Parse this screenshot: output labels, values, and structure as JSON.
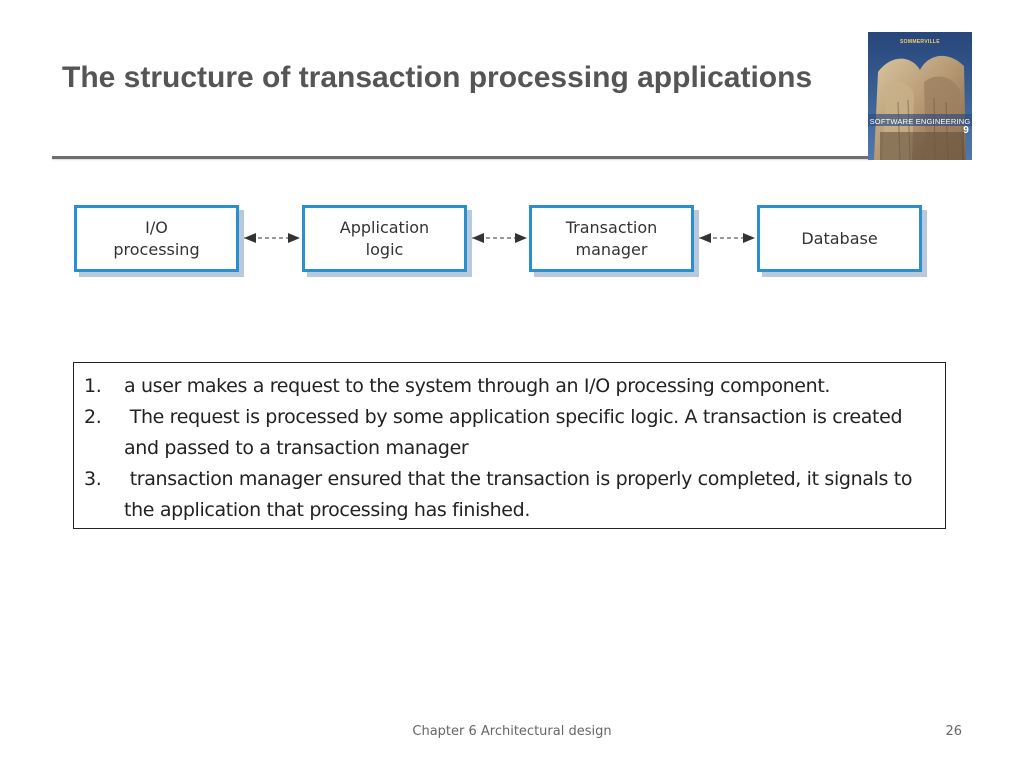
{
  "slide": {
    "title": "The structure of transaction processing applications",
    "footer": "Chapter 6 Architectural design",
    "page_number": "26"
  },
  "cover": {
    "author": "SOMMERVILLE",
    "title": "SOFTWARE ENGINEERING",
    "edition": "9"
  },
  "diagram": {
    "nodes": [
      {
        "label": "I/O\nprocessing"
      },
      {
        "label": "Application\nlogic"
      },
      {
        "label": "Transaction\nmanager"
      },
      {
        "label": "Database"
      }
    ],
    "connectors": [
      {
        "from": 0,
        "to": 1,
        "direction": "both"
      },
      {
        "from": 1,
        "to": 2,
        "direction": "both"
      },
      {
        "from": 2,
        "to": 3,
        "direction": "both"
      }
    ],
    "colors": {
      "border": "#2b8fce",
      "shadow": "#b8c9dc",
      "arrow": "#333333"
    }
  },
  "notes": [
    {
      "num": "1.",
      "text": "a user makes a request to the system through an I/O processing component."
    },
    {
      "num": "2.",
      "text": " The request is processed by some application specific logic. A transaction is created and passed to a transaction manager"
    },
    {
      "num": "3.",
      "text": " transaction manager ensured that the transaction is properly completed, it signals to the application that processing has finished."
    }
  ]
}
